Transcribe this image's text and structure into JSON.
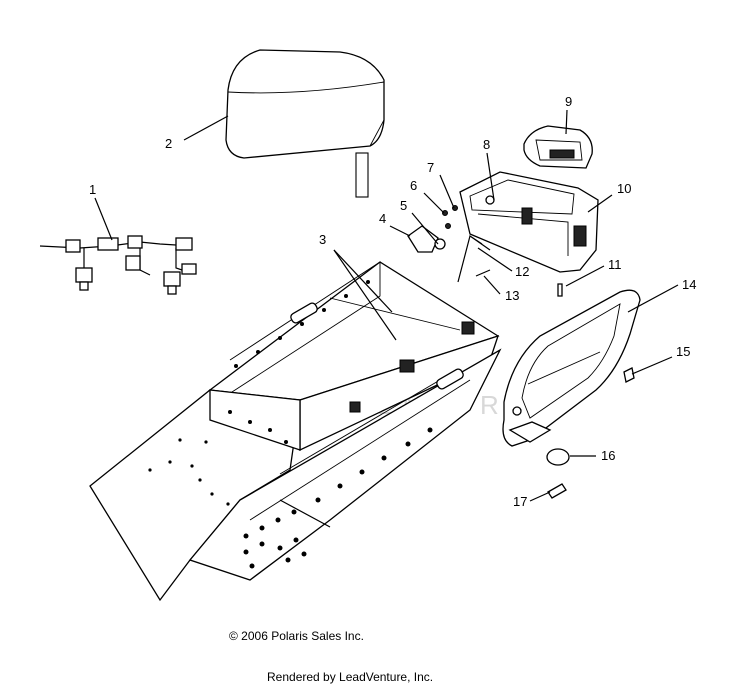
{
  "callouts": [
    "1",
    "2",
    "3",
    "4",
    "5",
    "6",
    "7",
    "8",
    "9",
    "10",
    "11",
    "12",
    "13",
    "14",
    "15",
    "16",
    "17"
  ],
  "watermark": "LEADVENTURE",
  "copyright": "© 2006 Polaris Sales Inc.",
  "rendered_by": "Rendered by LeadVenture, Inc."
}
